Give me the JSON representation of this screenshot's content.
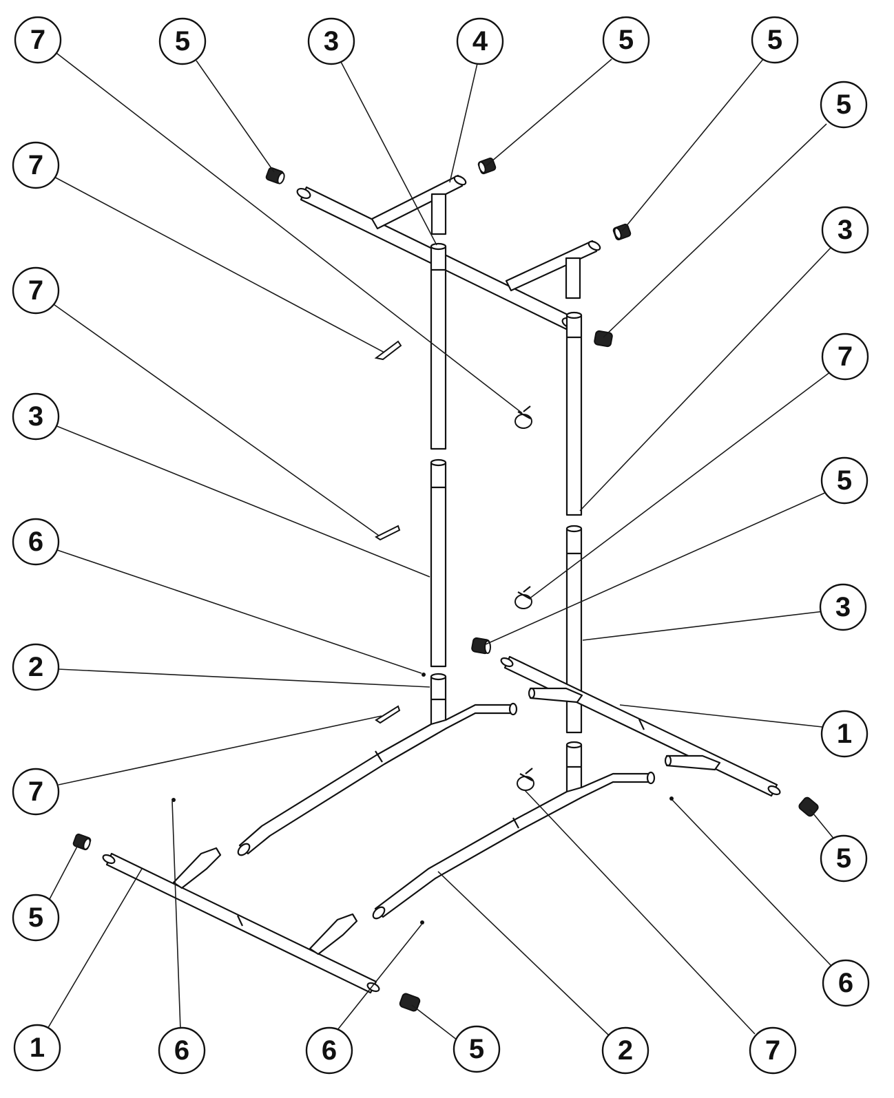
{
  "diagram": {
    "callouts": [
      {
        "id": "c1",
        "label": "7"
      },
      {
        "id": "c2",
        "label": "5"
      },
      {
        "id": "c3",
        "label": "3"
      },
      {
        "id": "c4",
        "label": "4"
      },
      {
        "id": "c5",
        "label": "5"
      },
      {
        "id": "c6",
        "label": "5"
      },
      {
        "id": "c7",
        "label": "5"
      },
      {
        "id": "c8",
        "label": "7"
      },
      {
        "id": "c9",
        "label": "3"
      },
      {
        "id": "c10",
        "label": "7"
      },
      {
        "id": "c11",
        "label": "7"
      },
      {
        "id": "c12",
        "label": "3"
      },
      {
        "id": "c13",
        "label": "5"
      },
      {
        "id": "c14",
        "label": "6"
      },
      {
        "id": "c15",
        "label": "3"
      },
      {
        "id": "c16",
        "label": "2"
      },
      {
        "id": "c17",
        "label": "1"
      },
      {
        "id": "c18",
        "label": "7"
      },
      {
        "id": "c19",
        "label": "5"
      },
      {
        "id": "c20",
        "label": "5"
      },
      {
        "id": "c21",
        "label": "6"
      },
      {
        "id": "c22",
        "label": "1"
      },
      {
        "id": "c23",
        "label": "6"
      },
      {
        "id": "c24",
        "label": "6"
      },
      {
        "id": "c25",
        "label": "5"
      },
      {
        "id": "c26",
        "label": "2"
      },
      {
        "id": "c27",
        "label": "7"
      }
    ]
  }
}
